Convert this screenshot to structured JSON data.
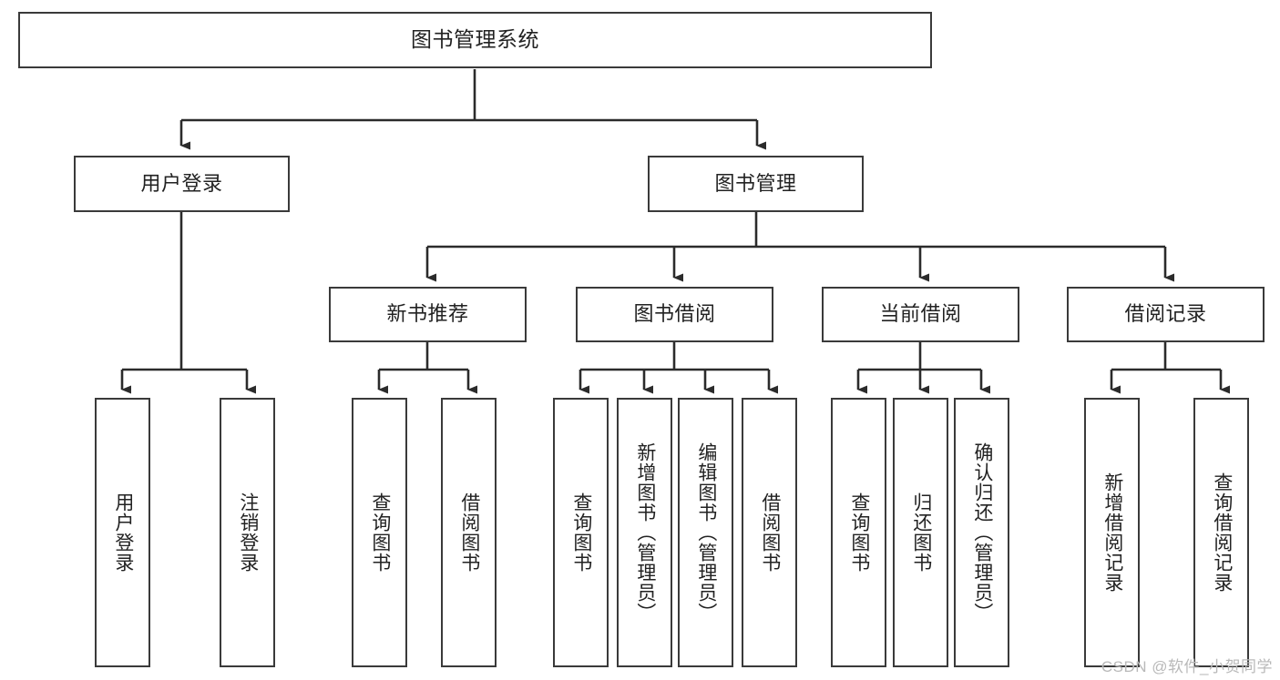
{
  "diagram": {
    "title": "图书管理系统",
    "type": "tree-hierarchy",
    "watermark": "CSDN @软件_小贺同学",
    "colors": {
      "box_border": "#3a3a3a",
      "box_fill": "#ffffff",
      "connector": "#2b2b2b",
      "text": "#222222",
      "watermark": "#b9b9b9"
    }
  },
  "nodes": {
    "root": {
      "label": "图书管理系统",
      "level": 1,
      "orientation": "horizontal"
    },
    "level2": [
      {
        "id": "user-login",
        "label": "用户登录",
        "orientation": "horizontal"
      },
      {
        "id": "book-manage",
        "label": "图书管理",
        "orientation": "horizontal"
      }
    ],
    "level3": [
      {
        "id": "new-book-rec",
        "label": "新书推荐",
        "parent": "book-manage",
        "orientation": "horizontal"
      },
      {
        "id": "book-borrow",
        "label": "图书借阅",
        "parent": "book-manage",
        "orientation": "horizontal"
      },
      {
        "id": "current-borrow",
        "label": "当前借阅",
        "parent": "book-manage",
        "orientation": "horizontal"
      },
      {
        "id": "borrow-record",
        "label": "借阅记录",
        "parent": "book-manage",
        "orientation": "horizontal"
      }
    ],
    "leaves": [
      {
        "id": "leaf-user-login",
        "label": "用户登录",
        "parent": "user-login",
        "orientation": "vertical"
      },
      {
        "id": "leaf-user-logout",
        "label": "注销登录",
        "parent": "user-login",
        "orientation": "vertical"
      },
      {
        "id": "leaf-rec-query",
        "label": "查询图书",
        "parent": "new-book-rec",
        "orientation": "vertical"
      },
      {
        "id": "leaf-rec-borrow",
        "label": "借阅图书",
        "parent": "new-book-rec",
        "orientation": "vertical"
      },
      {
        "id": "leaf-borrow-query",
        "label": "查询图书",
        "parent": "book-borrow",
        "orientation": "vertical"
      },
      {
        "id": "leaf-borrow-add",
        "label": "新增图书（管理员）",
        "parent": "book-borrow",
        "orientation": "vertical"
      },
      {
        "id": "leaf-borrow-edit",
        "label": "编辑图书（管理员）",
        "parent": "book-borrow",
        "orientation": "vertical"
      },
      {
        "id": "leaf-borrow-do",
        "label": "借阅图书",
        "parent": "book-borrow",
        "orientation": "vertical"
      },
      {
        "id": "leaf-cur-query",
        "label": "查询图书",
        "parent": "current-borrow",
        "orientation": "vertical"
      },
      {
        "id": "leaf-cur-return",
        "label": "归还图书",
        "parent": "current-borrow",
        "orientation": "vertical"
      },
      {
        "id": "leaf-cur-confirm",
        "label": "确认归还（管理员）",
        "parent": "current-borrow",
        "orientation": "vertical"
      },
      {
        "id": "leaf-rec-add",
        "label": "新增借阅记录",
        "parent": "borrow-record",
        "orientation": "vertical"
      },
      {
        "id": "leaf-rec-search",
        "label": "查询借阅记录",
        "parent": "borrow-record",
        "orientation": "vertical"
      }
    ]
  }
}
